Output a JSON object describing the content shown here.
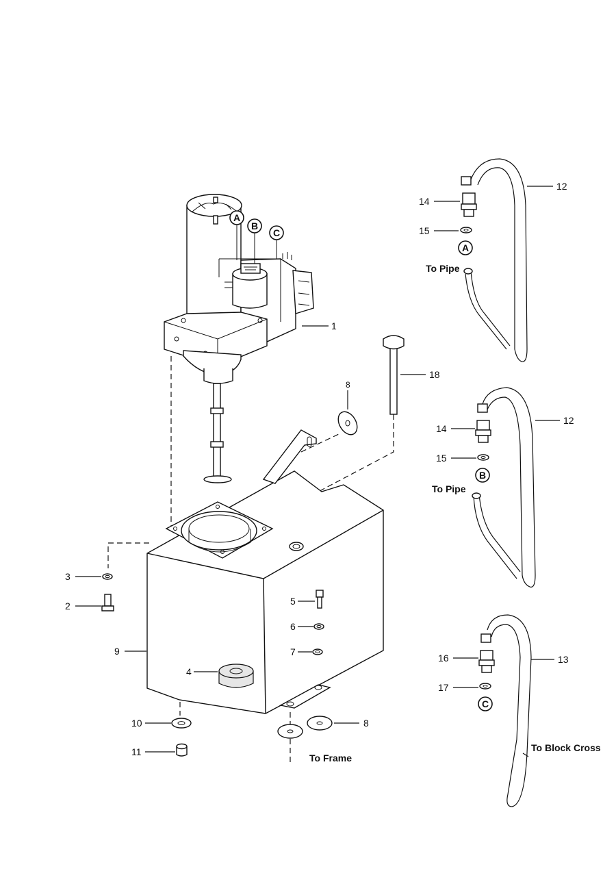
{
  "part_numbers": {
    "p1": "1",
    "p2": "2",
    "p3": "3",
    "p4": "4",
    "p5": "5",
    "p6": "6",
    "p7": "7",
    "p8_top": "8",
    "p8_bottom": "8",
    "p9": "9",
    "p10": "10",
    "p11": "11",
    "p12_top": "12",
    "p12_mid": "12",
    "p13": "13",
    "p14_top": "14",
    "p14_mid": "14",
    "p15_top": "15",
    "p15_mid": "15",
    "p16": "16",
    "p17": "17",
    "p18": "18"
  },
  "callouts": {
    "a_motor": "A",
    "b_motor": "B",
    "c_motor": "C",
    "a_hose": "A",
    "b_hose": "B",
    "c_hose": "C"
  },
  "notes": {
    "to_pipe_top": "To Pipe",
    "to_pipe_mid": "To Pipe",
    "to_frame": "To Frame",
    "to_block_cross": "To Block Cross"
  }
}
